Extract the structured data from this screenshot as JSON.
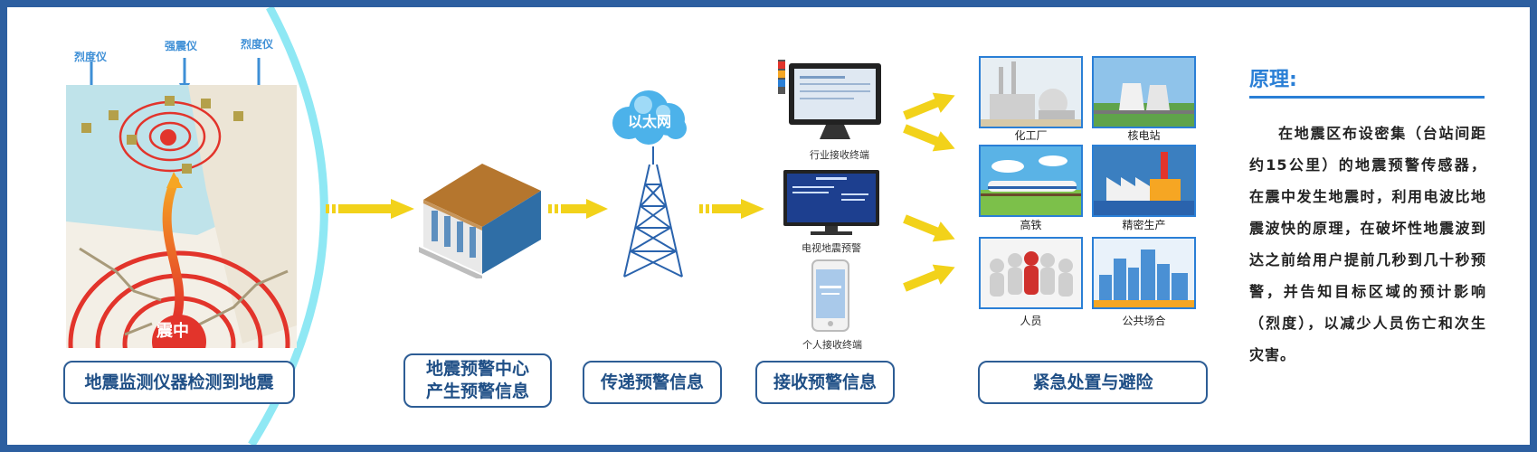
{
  "sensors": {
    "intensity_left": "烈度仪",
    "strong_motion": "强震仪",
    "intensity_right": "烈度仪"
  },
  "epicenter_label": "震中",
  "cloud_label": "以太网",
  "steps": {
    "step1": "地震监测仪器检测到地震",
    "step2_line1": "地震预警中心",
    "step2_line2": "产生预警信息",
    "step3": "传递预警信息",
    "step4": "接收预警信息",
    "step5": "紧急处置与避险"
  },
  "terminals": {
    "industry": "行业接收终端",
    "tv": "电视地震预警",
    "personal": "个人接收终端"
  },
  "targets": {
    "chemical_plant": "化工厂",
    "nuclear_plant": "核电站",
    "high_speed_rail": "高铁",
    "precision_production": "精密生产",
    "personnel": "人员",
    "public_places": "公共场合"
  },
  "principle": {
    "title": "原理:",
    "text": "在地震区布设密集（台站间距约15公里）的地震预警传感器，在震中发生地震时，利用电波比地震波快的原理，在破坏性地震波到达之前给用户提前几秒到几十秒预警，并告知目标区域的预计影响（烈度），以减少人员伤亡和次生灾害。"
  },
  "colors": {
    "border_blue": "#2d5fa0",
    "accent_blue": "#2a7fd6",
    "arrow_yellow": "#f2d21a",
    "wave_red": "#e2342b"
  }
}
